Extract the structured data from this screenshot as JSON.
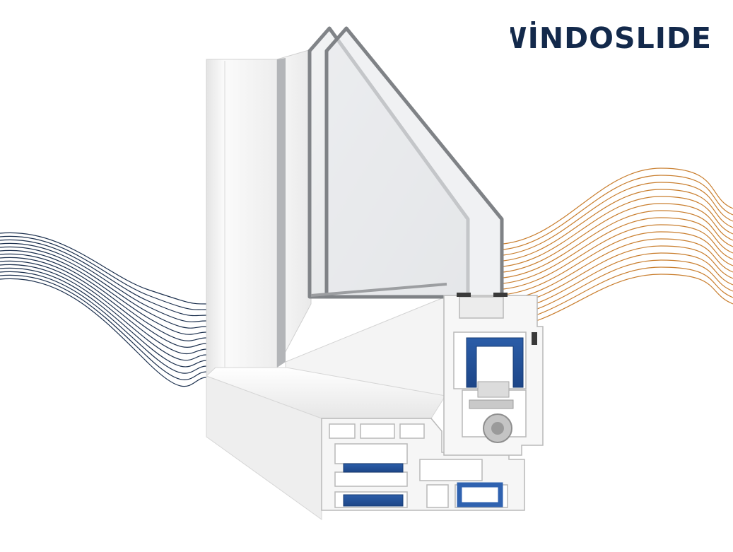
{
  "brand": {
    "name": "WİNDOSLIDE"
  },
  "colors": {
    "brand_navy": "#13294b",
    "cold_wave": "#1b2f4d",
    "warm_wave": "#c97e2e",
    "reinforcement_blue": "#2f62b0",
    "glass_edge": "#7f8286",
    "frame_white": "#f3f3f3"
  },
  "illustration": {
    "subject": "window-profile-cross-section",
    "left_waves": "cold-air-lines",
    "right_waves": "heat-lines"
  }
}
